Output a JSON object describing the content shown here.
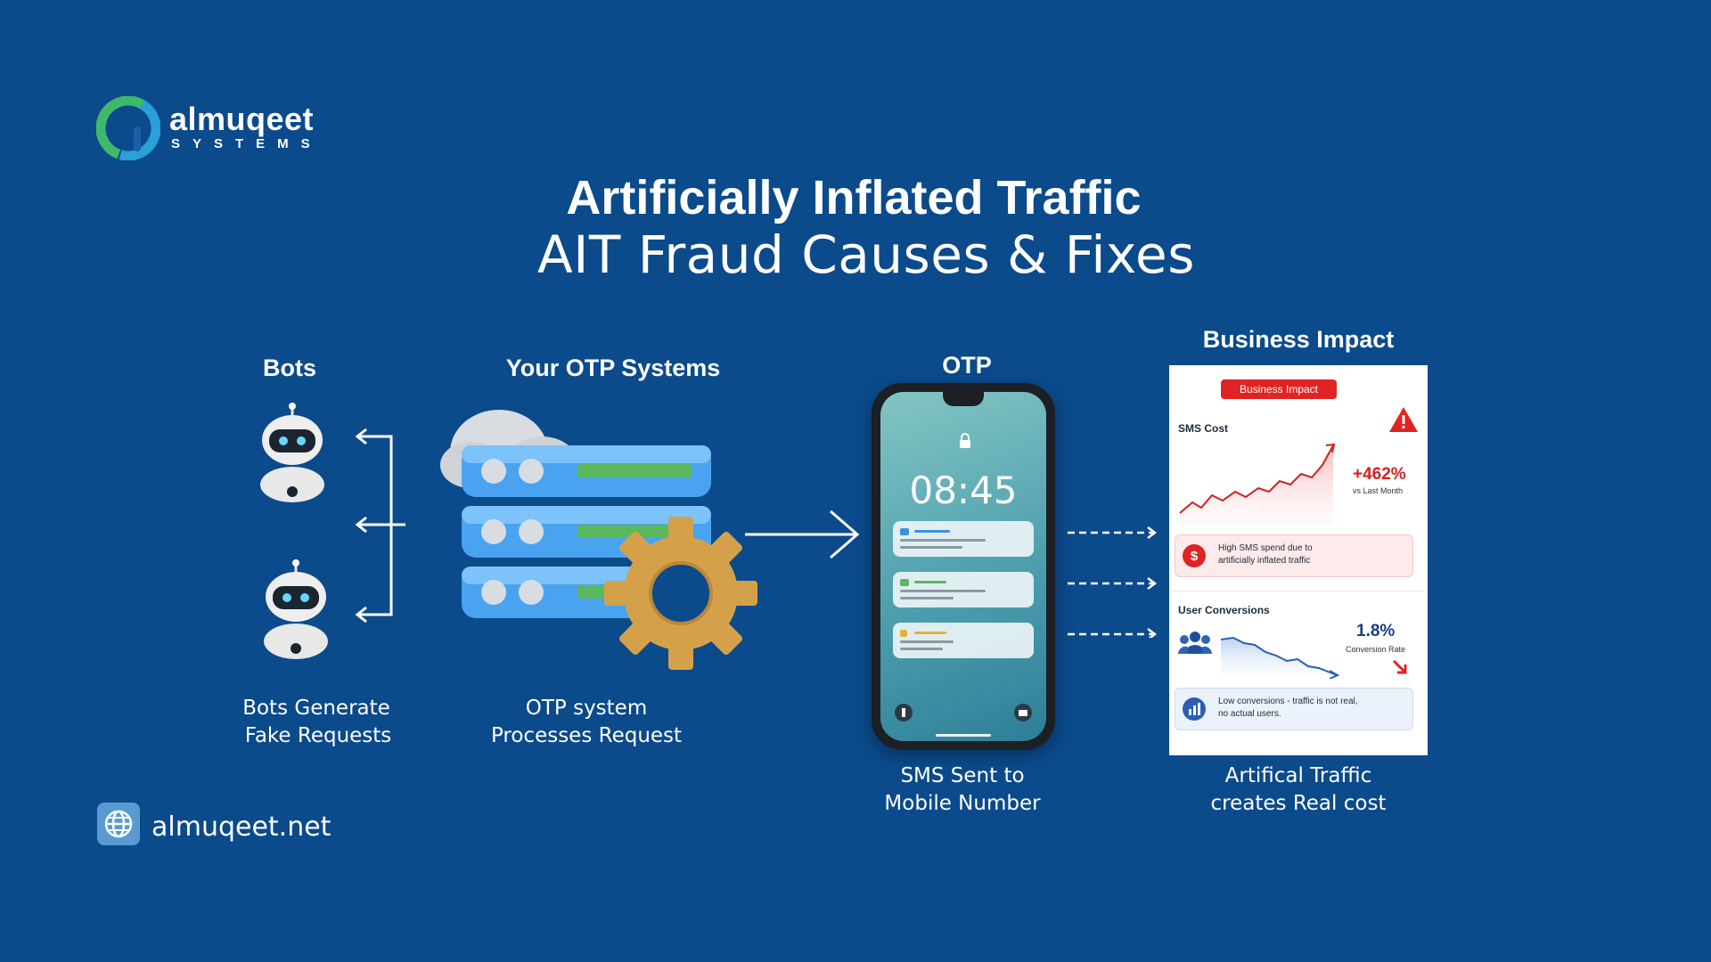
{
  "brand": {
    "name": "almuqeet",
    "subtitle": "SYSTEMS",
    "website": "almuqeet.net"
  },
  "title": {
    "line1": "Artificially Inflated Traffic",
    "line2": "AIT Fraud Causes & Fixes"
  },
  "sections": {
    "bots": {
      "heading": "Bots",
      "caption_1": "Bots Generate",
      "caption_2": "Fake Requests"
    },
    "otp_systems": {
      "heading": "Your OTP Systems",
      "caption_1": "OTP system",
      "caption_2": "Processes Request"
    },
    "otp": {
      "heading": "OTP",
      "caption_1": "SMS Sent to",
      "caption_2": "Mobile Number",
      "phone_time": "08:45"
    },
    "impact": {
      "heading": "Business Impact",
      "caption_1": "Artifical Traffic",
      "caption_2": "creates Real cost"
    }
  },
  "impact_card": {
    "badge": "Business Impact",
    "sms_cost_label": "SMS Cost",
    "sms_cost_change": "+462%",
    "sms_cost_compare": "vs Last Month",
    "sms_alert_1": "High SMS spend due to",
    "sms_alert_2": "artificially inflated traffic",
    "conversions_label": "User Conversions",
    "conversion_rate": "1.8%",
    "conversion_rate_label": "Conversion Rate",
    "conv_alert_1": "Low conversions - traffic is not real,",
    "conv_alert_2": "no actual users."
  },
  "icons": {
    "logo": "almuqeet-logo-icon",
    "bot": "robot-icon",
    "server": "server-stack-icon",
    "gear": "gear-icon",
    "cloud": "cloud-icon",
    "phone": "smartphone-icon",
    "warning": "warning-icon",
    "dollar": "dollar-icon",
    "users": "users-icon",
    "chart": "bar-chart-icon",
    "globe": "globe-icon"
  },
  "colors": {
    "background": "#0b4a8b",
    "alert_red": "#e02424",
    "accent_green": "#5cb85c",
    "gear_gold": "#d4a14a",
    "server_blue": "#3f8fe0"
  }
}
